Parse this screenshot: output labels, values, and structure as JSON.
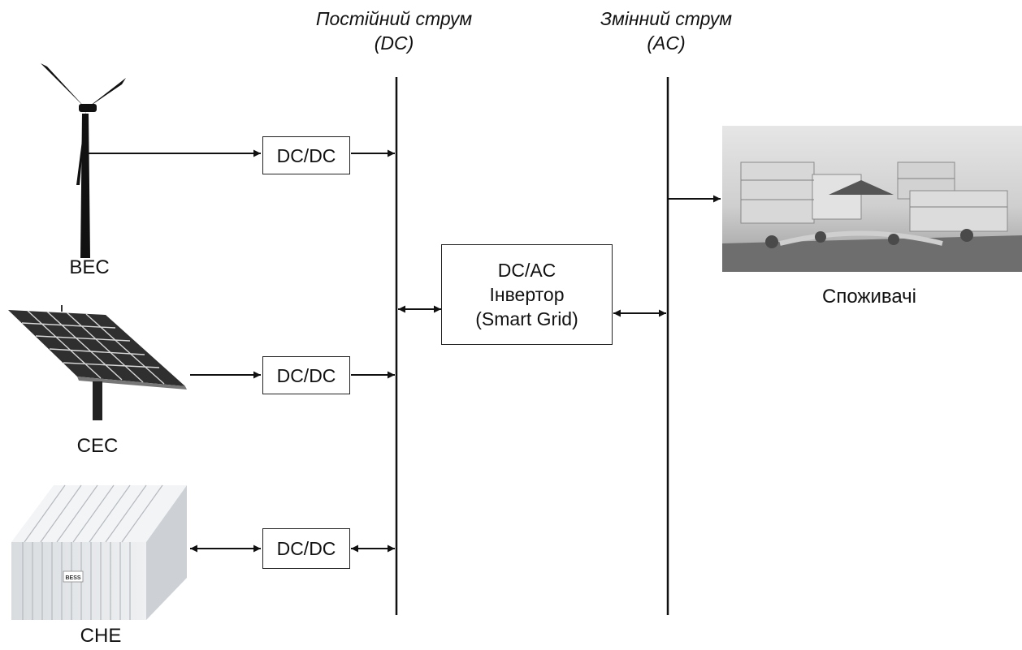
{
  "diagram": {
    "dc_bus": {
      "line1": "Постійний струм",
      "line2": "(DC)"
    },
    "ac_bus": {
      "line1": "Змінний струм",
      "line2": "(AC)"
    },
    "converter_wind": "DC/DC",
    "converter_solar": "DC/DC",
    "converter_storage": "DC/DC",
    "inverter": {
      "line1": "DC/AC",
      "line2": "Інвертор",
      "line3": "(Smart Grid)"
    },
    "sources": {
      "wind_label": "ВЕС",
      "solar_label": "СЕС",
      "storage_label": "СНЕ",
      "storage_badge": "BESS"
    },
    "consumers_label": "Споживачі",
    "colors": {
      "line": "#111111",
      "box_border": "#222222"
    }
  }
}
